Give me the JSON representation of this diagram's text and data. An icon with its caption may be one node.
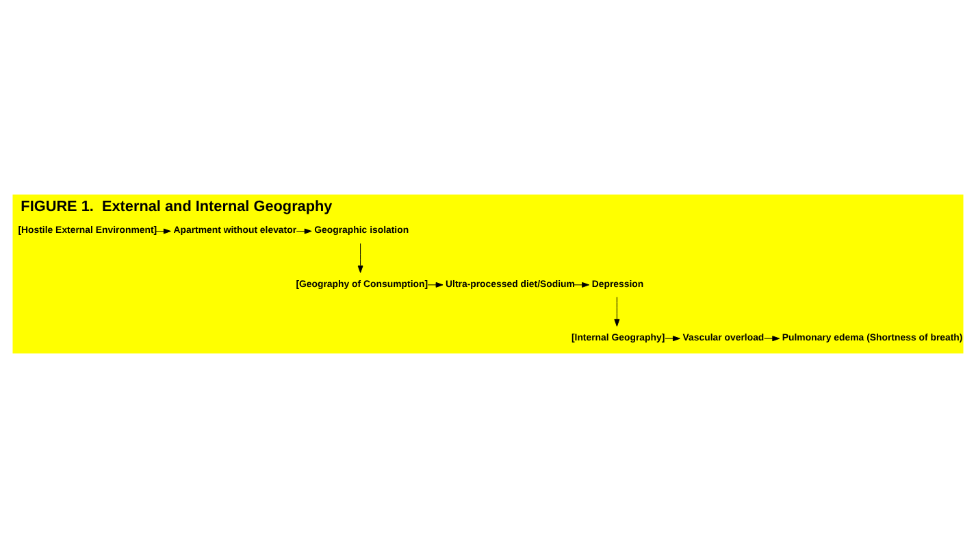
{
  "diagram": {
    "title": "FIGURE 1.  External and Internal Geography",
    "nodes": [
      {
        "text": [
          "[Hostile External Environment]"
        ]
      },
      {
        "text": [
          "Apartment without elevator"
        ]
      },
      {
        "text": [
          "Geographic isolation"
        ]
      },
      {
        "text": [
          "[Geography of Consumption]"
        ]
      },
      {
        "text": [
          "Ultra-processed diet/Sodium"
        ]
      },
      {
        "text": [
          "Depression"
        ]
      },
      {
        "text": [
          "[Internal Geography]"
        ]
      },
      {
        "text": [
          "Vascular overload"
        ]
      },
      {
        "text": [
          "Pulmonary edema (Shortness of breath)"
        ]
      }
    ],
    "edges": [
      {
        "from": 0,
        "to": 1,
        "arrow": "to"
      },
      {
        "from": 1,
        "to": 2,
        "arrow": "to"
      },
      {
        "from": 2,
        "to": 3,
        "arrow": "to"
      },
      {
        "from": 3,
        "to": 4,
        "arrow": "to"
      },
      {
        "from": 4,
        "to": 5,
        "arrow": "to"
      },
      {
        "from": 5,
        "to": 6,
        "arrow": "to"
      },
      {
        "from": 6,
        "to": 7,
        "arrow": "to"
      },
      {
        "from": 7,
        "to": 8,
        "arrow": "to"
      }
    ]
  }
}
